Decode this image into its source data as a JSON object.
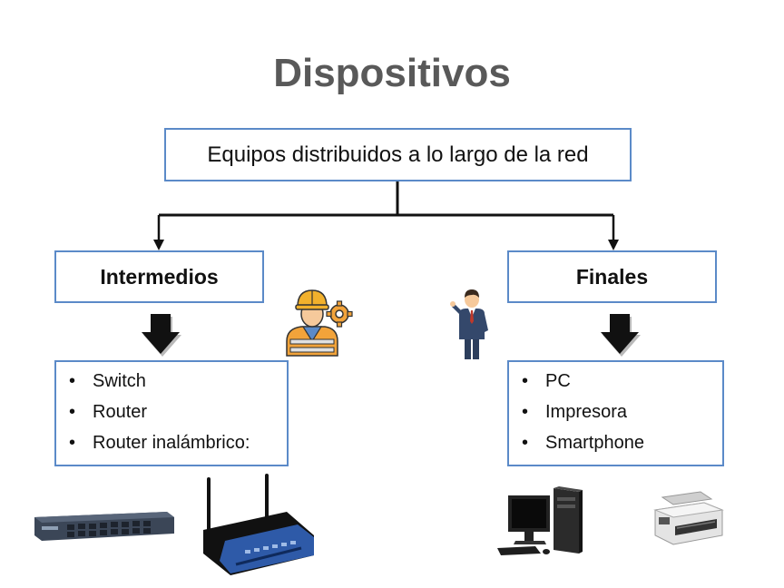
{
  "title": "Dispositivos",
  "root": {
    "label": "Equipos distribuidos a lo largo de la red"
  },
  "intermedios": {
    "label": "Intermedios",
    "items": [
      "Switch",
      "Router",
      "Router inalámbrico:"
    ]
  },
  "finales": {
    "label": "Finales",
    "items": [
      "PC",
      "Impresora",
      "Smartphone"
    ]
  },
  "colors": {
    "box_border": "#5b8ac8",
    "title": "#595959"
  },
  "icons": [
    "worker-with-gear-icon",
    "businessman-icon",
    "network-switch-icon",
    "wireless-router-icon",
    "desktop-pc-icon",
    "printer-icon"
  ]
}
